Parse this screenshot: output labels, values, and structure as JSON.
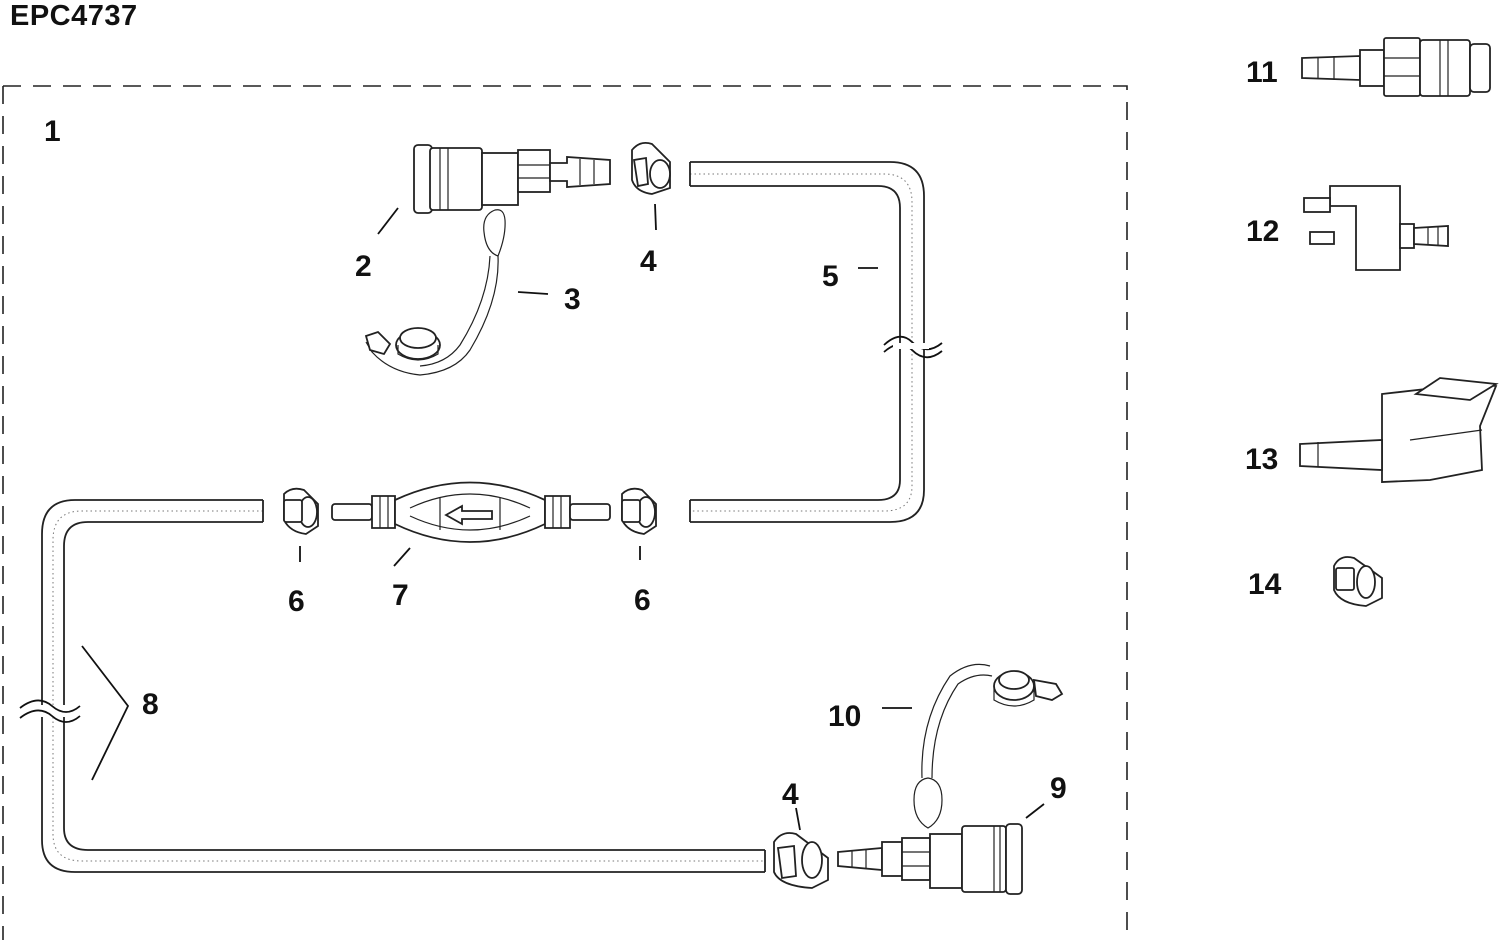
{
  "document": {
    "id": "EPC4737"
  },
  "callouts": {
    "kit": "1",
    "c2": "2",
    "c3": "3",
    "c4a": "4",
    "c4b": "4",
    "c5": "5",
    "c6a": "6",
    "c6b": "6",
    "c7": "7",
    "c8": "8",
    "c9": "9",
    "c10": "10",
    "c11": "11",
    "c12": "12",
    "c13": "13",
    "c14": "14"
  }
}
